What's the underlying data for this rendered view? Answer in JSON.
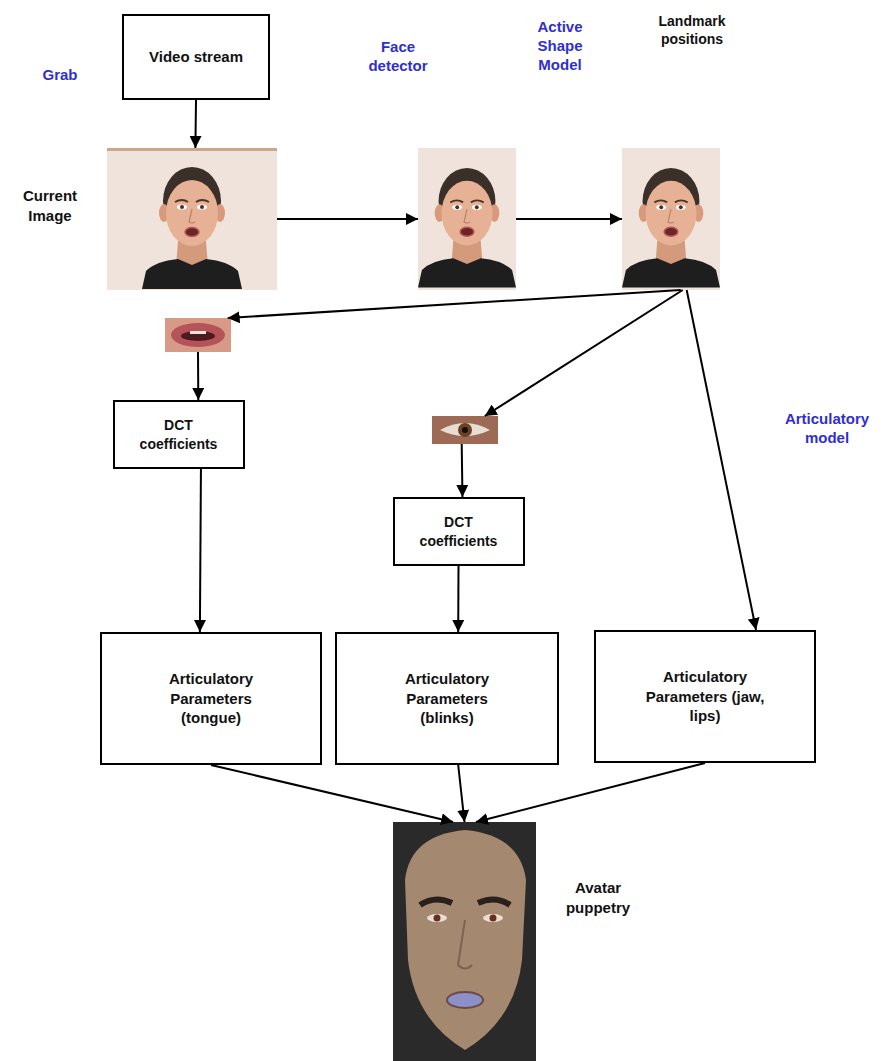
{
  "diagram": {
    "nodes": [
      {
        "text": [
          "Video stream"
        ]
      },
      {
        "text": [
          "Current Image"
        ]
      },
      {
        "text": []
      },
      {
        "text": [
          "Landmark positions"
        ]
      },
      {
        "text": []
      },
      {
        "text": []
      },
      {
        "text": [
          "DCT coefficients"
        ]
      },
      {
        "text": [
          "DCT coefficients"
        ]
      },
      {
        "text": [
          "Articulatory Parameters (tongue)"
        ]
      },
      {
        "text": [
          "Articulatory Parameters (blinks)"
        ]
      },
      {
        "text": [
          "Articulatory Parameters (jaw, lips)"
        ]
      },
      {
        "text": [
          "Avatar puppetry"
        ]
      }
    ],
    "edges": [
      {
        "from": 0,
        "to": 1,
        "arrow": "to",
        "label": "Grab"
      },
      {
        "from": 1,
        "to": 2,
        "arrow": "to",
        "label": "Face detector"
      },
      {
        "from": 2,
        "to": 3,
        "arrow": "to",
        "label": "Active Shape Model"
      },
      {
        "from": 3,
        "to": 4,
        "arrow": "to"
      },
      {
        "from": 3,
        "to": 5,
        "arrow": "to"
      },
      {
        "from": 3,
        "to": 10,
        "arrow": "to",
        "label": "Articulatory model"
      },
      {
        "from": 4,
        "to": 6,
        "arrow": "to"
      },
      {
        "from": 5,
        "to": 7,
        "arrow": "to"
      },
      {
        "from": 6,
        "to": 8,
        "arrow": "to"
      },
      {
        "from": 7,
        "to": 9,
        "arrow": "to"
      },
      {
        "from": 8,
        "to": 11,
        "arrow": "to"
      },
      {
        "from": 9,
        "to": 11,
        "arrow": "to"
      },
      {
        "from": 10,
        "to": 11,
        "arrow": "to"
      }
    ]
  }
}
